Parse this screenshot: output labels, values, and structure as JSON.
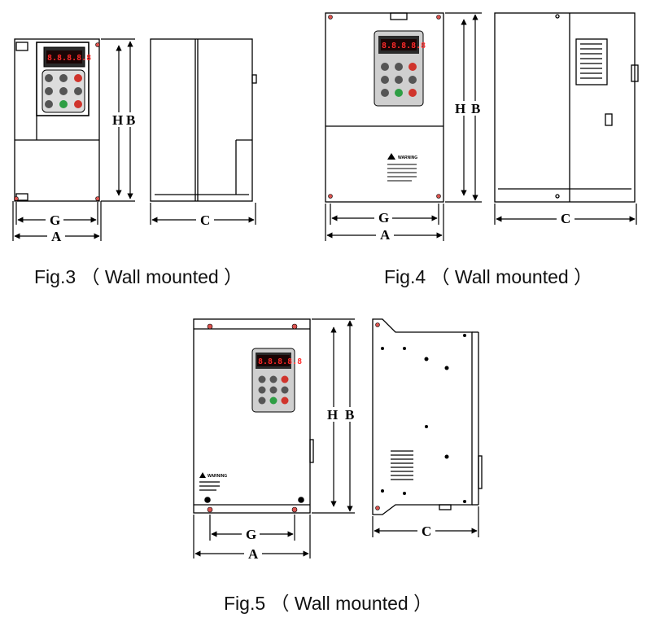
{
  "fig3": {
    "caption": "Fig.3 （ Wall mounted ）",
    "front": {
      "h_label": "H",
      "b_label": "B",
      "g_label": "G",
      "a_label": "A",
      "display": "8.8.8.8.8"
    },
    "side": {
      "c_label": "C"
    }
  },
  "fig4": {
    "caption": "Fig.4 （ Wall mounted ）",
    "front": {
      "h_label": "H",
      "b_label": "B",
      "g_label": "G",
      "a_label": "A",
      "display": "8.8.8.8.8",
      "warning": "WARNING"
    },
    "side": {
      "c_label": "C"
    }
  },
  "fig5": {
    "caption": "Fig.5 （ Wall mounted ）",
    "front": {
      "h_label": "H",
      "b_label": "B",
      "g_label": "G",
      "a_label": "A",
      "display": "8.8.8.8.8",
      "warning": "WARNING"
    },
    "side": {
      "c_label": "C"
    }
  },
  "colors": {
    "line": "#000000",
    "mount_hole": "#d9534f",
    "keypad_red": "#d0342c",
    "keypad_green": "#2e9e44",
    "keypad_grey": "#555555"
  }
}
